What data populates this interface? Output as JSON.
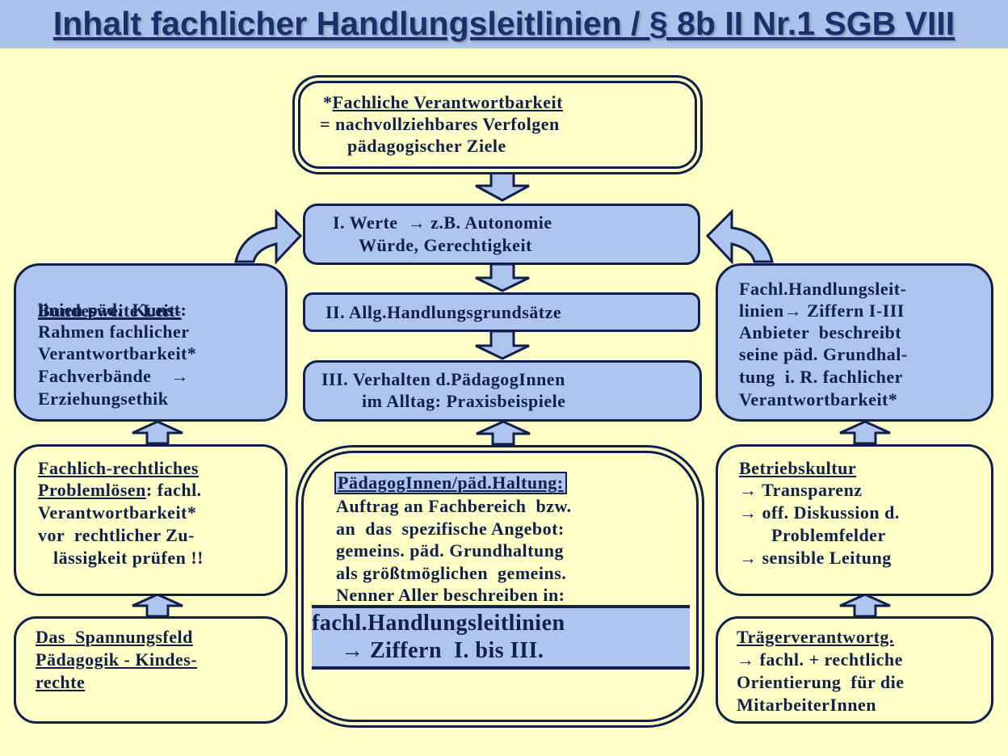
{
  "title": "Inhalt fachlicher Handlungsleitlinien / § 8b II Nr.1 SGB VIII",
  "top_box": {
    "star": "*",
    "heading": "Fachliche Verantwortbarkeit",
    "line2": "= nachvollziehbares Verfolgen",
    "line3": "pädagogischer Ziele"
  },
  "werte_box": {
    "line1": "I. Werte  → z.B. Autonomie",
    "line2": "Würde, Gerechtigkeit"
  },
  "allg_box": {
    "line1": "II. Allg.Handlungsgrundsätze"
  },
  "verhalten_box": {
    "line1": "III. Verhalten d.PädagogInnen",
    "line2": "im Alltag: Praxisbeispiele"
  },
  "bundes_box": {
    "l1": "Bundesweite Leit-",
    "l2a": "linien päd.  Kunst",
    "l2b": ":",
    "l3": "Rahmen fachlicher",
    "l4": "Verantwortbarkeit*",
    "l5": "Fachverbände    →",
    "l6": "Erziehungsethik"
  },
  "problem_box": {
    "l1": "Fachlich-rechtliches",
    "l2a": "Problemlösen",
    "l2b": ": fachl.",
    "l3": "Verantwortbarkeit*",
    "l4": "vor  rechtlicher Zu-",
    "l5": "lässigkeit prüfen !!"
  },
  "spannung_box": {
    "l1": "Das  Spannungsfeld",
    "l2": "Pädagogik - Kindes-",
    "l3": "rechte"
  },
  "fachl_box": {
    "l1": "Fachl.Handlungsleit-",
    "l2": "linien→ Ziffern I-III",
    "l3": "Anbieter  beschreibt",
    "l4": "seine päd. Grundhal-",
    "l5": "tung  i. R. fachlicher",
    "l6": "Verantwortbarkeit*"
  },
  "betrieb_box": {
    "l1": "Betriebskultur",
    "l2": "→ Transparenz",
    "l3": "→ off. Diskussion d.",
    "l4": "Problemfelder",
    "l5": "→ sensible Leitung"
  },
  "traeger_box": {
    "l1": "Trägerverantwortg.",
    "l2": "→ fachl. + rechtliche",
    "l3": "Orientierung  für die",
    "l4": "MitarbeiterInnen"
  },
  "center_box": {
    "heading": "PädagogInnen/päd.Haltung:",
    "l1": "Auftrag an Fachbereich  bzw.",
    "l2": "an  das  spezifische Angebot:",
    "l3": "gemeins. päd. Grundhaltung",
    "l4": "als größtmöglichen  gemeins.",
    "l5": "Nenner Aller beschreiben in:",
    "hl1": "fachl.Handlungsleitlinien",
    "hl2": "→ Ziffern  I. bis III."
  },
  "colors": {
    "background": "#ffffc8",
    "box_blue": "#adc5ef",
    "title_bar": "#a9c3ec",
    "ink": "#10204a"
  }
}
